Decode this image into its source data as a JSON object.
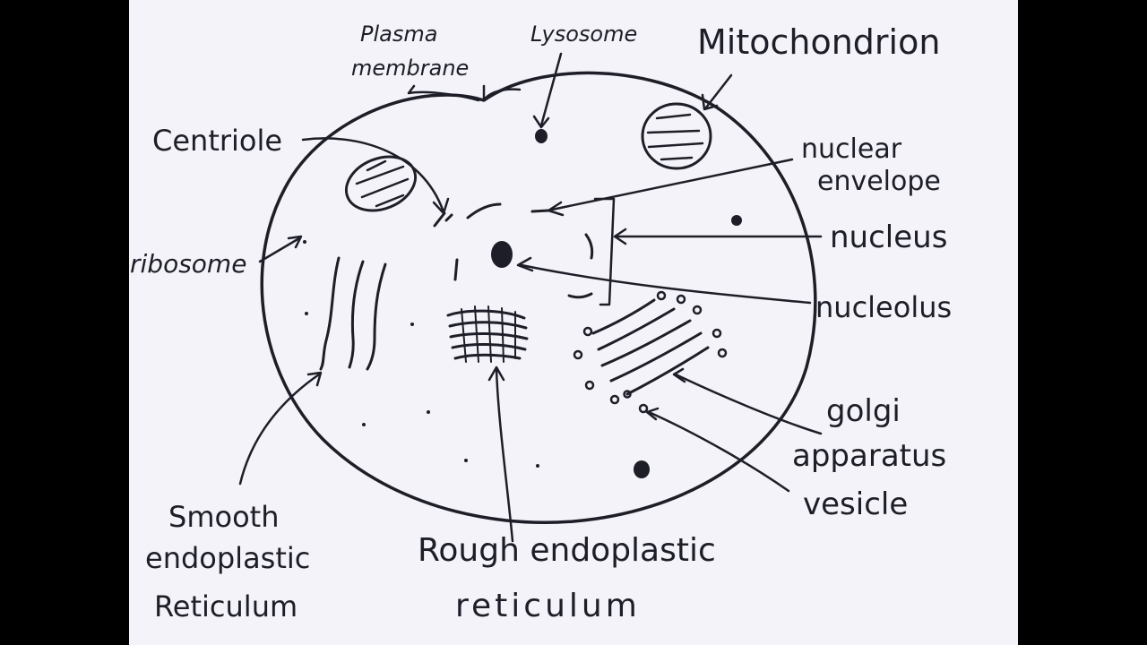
{
  "diagram": {
    "labels": {
      "plasma_membrane_line1": "Plasma",
      "plasma_membrane_line2": "membrane",
      "lysosome": "Lysosome",
      "mitochondrion": "Mitochondrion",
      "centriole": "Centriole",
      "nuclear_envelope_line1": "nuclear",
      "nuclear_envelope_line2": "envelope",
      "nucleus": "nucleus",
      "nucleolus": "nucleolus",
      "ribosome": "ribosome",
      "golgi_line1": "golgi",
      "golgi_line2": "apparatus",
      "vesicle": "vesicle",
      "smooth_er_line1": "Smooth",
      "smooth_er_line2": "endoplastic",
      "smooth_er_line3": "Reticulum",
      "rough_er_line1": "Rough endoplastic",
      "rough_er_line2": "reticulum"
    },
    "colors": {
      "ink": "#1e1e28",
      "paper": "#f3f3f9",
      "border": "#000000"
    }
  }
}
